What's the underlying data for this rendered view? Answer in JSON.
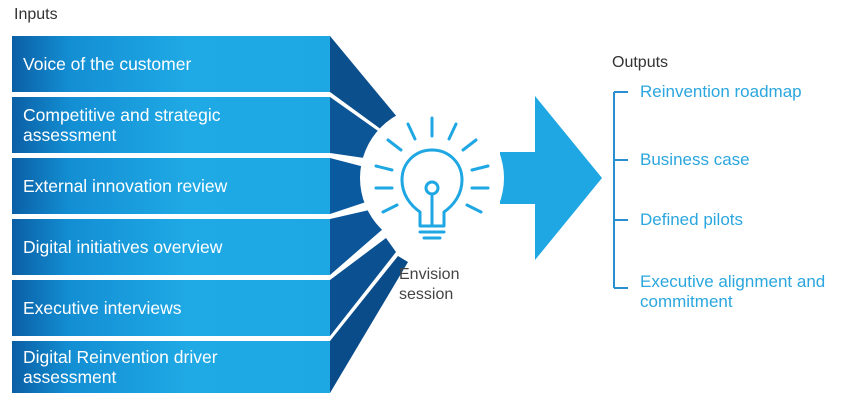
{
  "inputs": {
    "title": "Inputs",
    "items": [
      {
        "label": "Voice of the customer"
      },
      {
        "label": "Competitive and strategic assessment"
      },
      {
        "label": "External innovation review"
      },
      {
        "label": "Digital initiatives overview"
      },
      {
        "label": "Executive interviews"
      },
      {
        "label": "Digital Reinvention driver assessment"
      }
    ]
  },
  "center": {
    "label": "Envision session",
    "icon": "lightbulb-icon"
  },
  "outputs": {
    "title": "Outputs",
    "items": [
      {
        "label": "Reinvention roadmap"
      },
      {
        "label": "Business case"
      },
      {
        "label": "Defined pilots"
      },
      {
        "label": "Executive alignment and commitment"
      }
    ]
  },
  "colors": {
    "box_light": "#1da8e4",
    "box_dark": "#0a5aa0",
    "arrow": "#1ea7e3",
    "output_text": "#2ba6de",
    "bracket": "#2a8fd0"
  }
}
